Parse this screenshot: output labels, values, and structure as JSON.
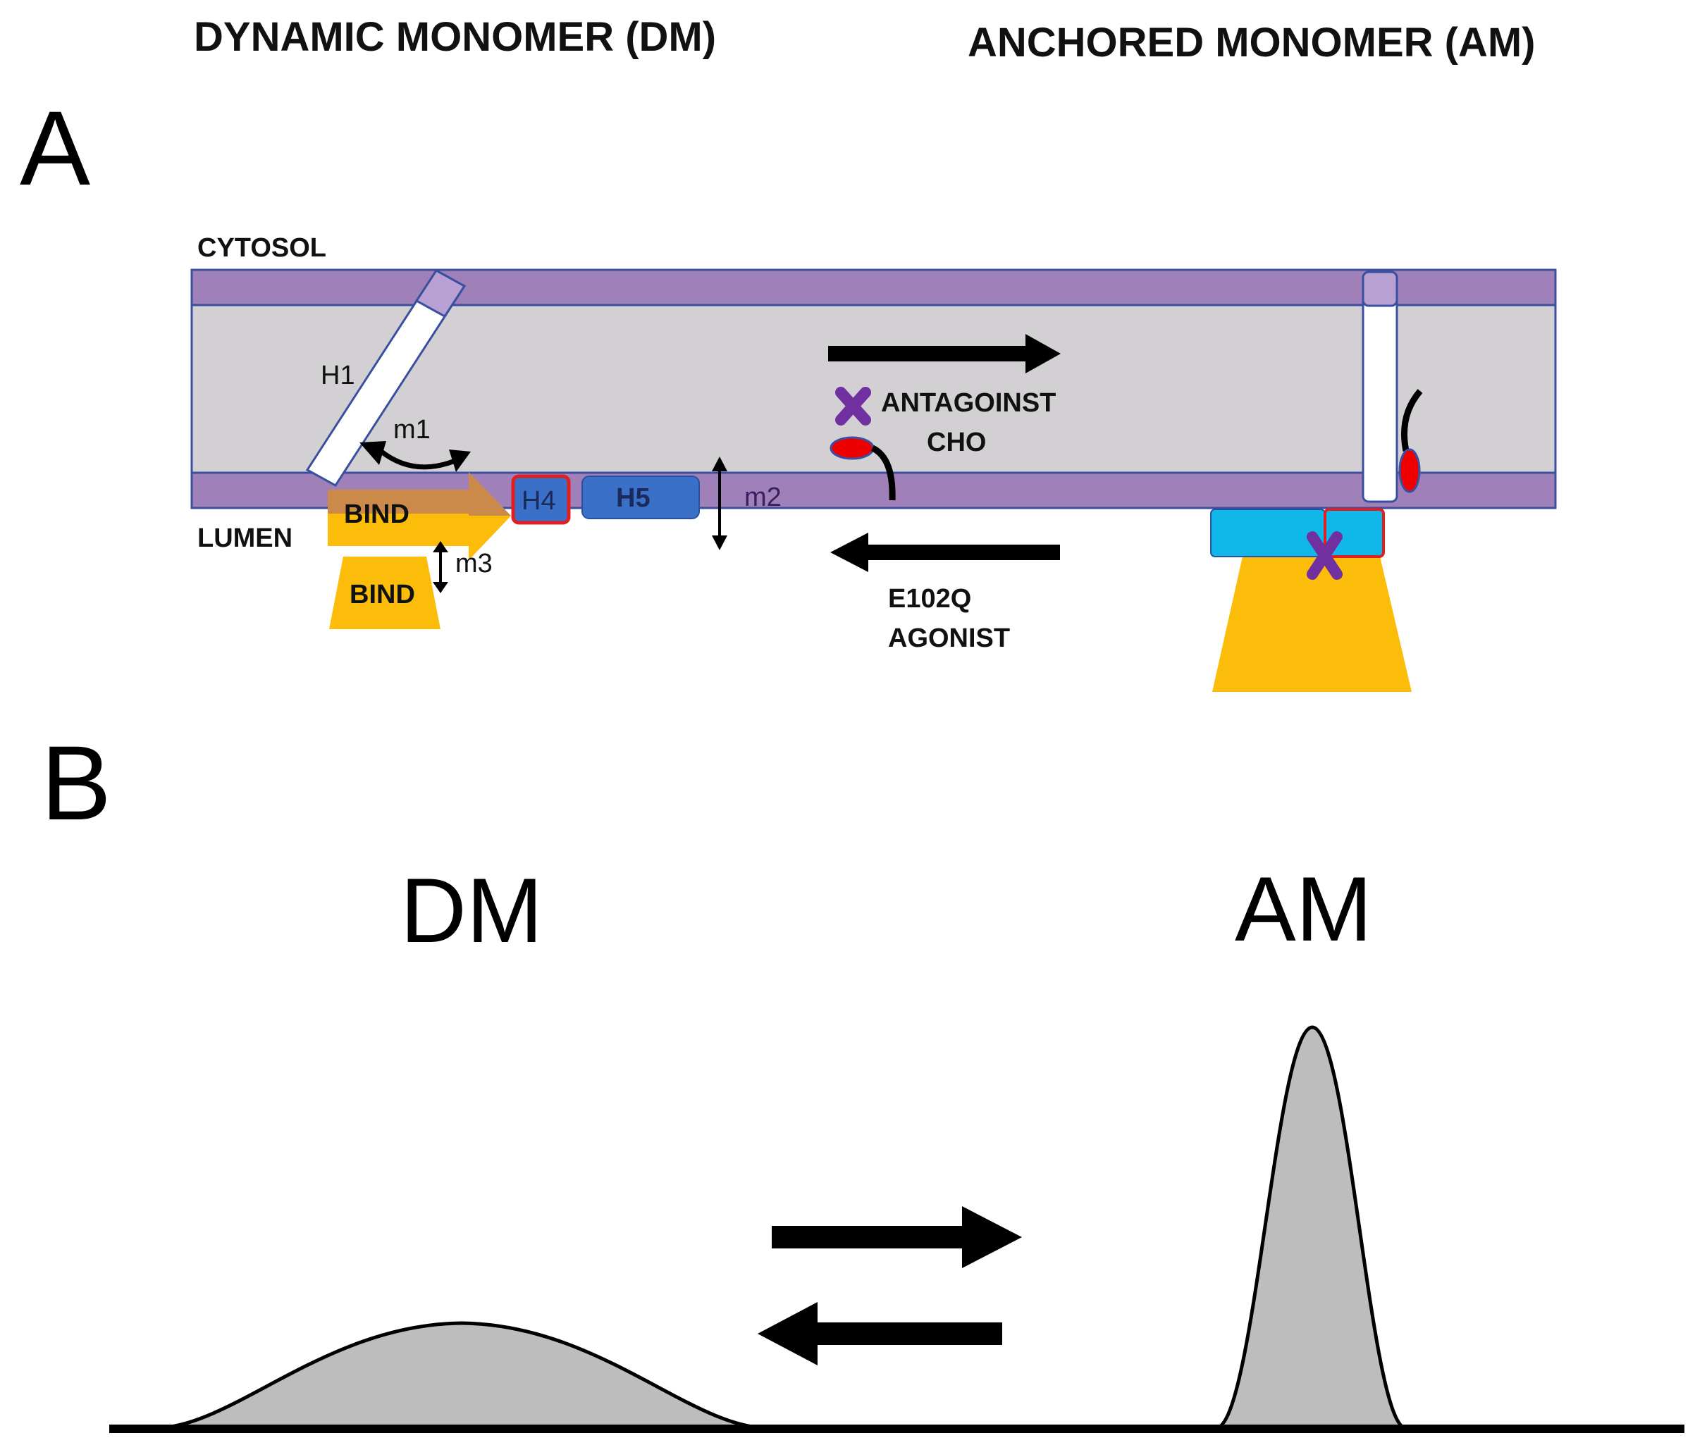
{
  "headers": {
    "left": "DYNAMIC MONOMER (DM)",
    "right": "ANCHORED MONOMER (AM)"
  },
  "panels": {
    "a": "A",
    "b": "B"
  },
  "compartments": {
    "top": "CYTOSOL",
    "bottom": "LUMEN"
  },
  "helices": {
    "h1": "H1",
    "h4": "H4",
    "h5": "H5"
  },
  "motions": {
    "m1": "m1",
    "m2": "m2",
    "m3": "m3"
  },
  "bind": {
    "arrow": "BIND",
    "block": "BIND"
  },
  "forward_label": {
    "line1": "ANTAGOINST",
    "line2": "CHO"
  },
  "backward_label": {
    "line1": "E102Q",
    "line2": "AGONIST"
  },
  "states": {
    "dm": "DM",
    "am": "AM"
  },
  "colors": {
    "membrane_leaflet": "#a080b8",
    "membrane_core": "#d2d0d2",
    "membrane_outline": "#3a4fa0",
    "helix_blue": "#3a70c8",
    "helix_cyan": "#10b8ea",
    "highlight_outline": "#e02020",
    "bind_orange": "#cc8a4a",
    "bind_yellow": "#fbbc0a",
    "marker_purple": "#7030a0",
    "cholesterol_red": "#ee0000",
    "peak_fill": "#bdbdbd"
  },
  "icons": {
    "antagonist_marker": "purple-x-icon",
    "cholesterol": "red-oval-icon"
  }
}
